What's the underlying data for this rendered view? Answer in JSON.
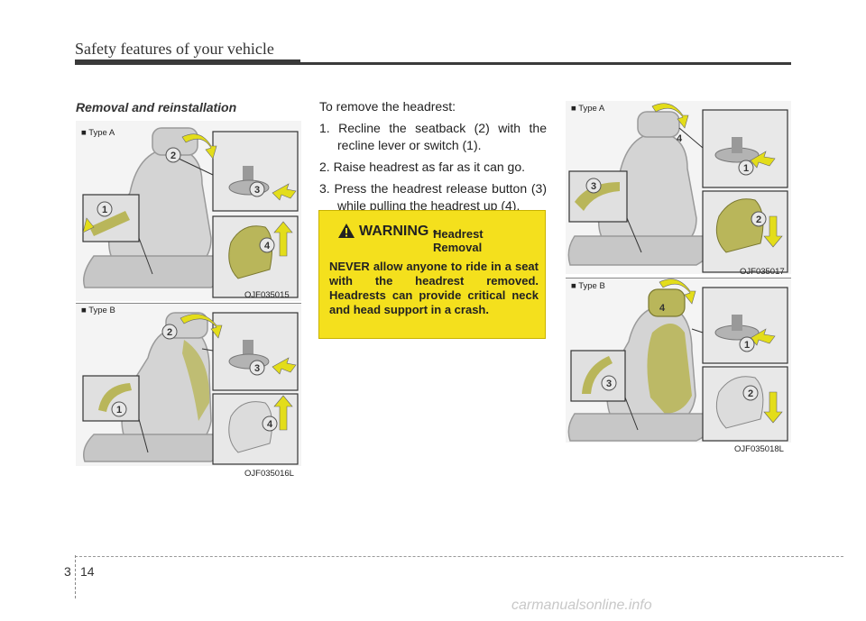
{
  "header": {
    "title": "Safety features of your vehicle"
  },
  "section": {
    "title": "Removal and reinstallation"
  },
  "instructions": {
    "intro": "To remove the headrest:",
    "steps": [
      "1. Recline the seatback (2) with the recline lever or switch (1).",
      "2. Raise headrest as far as it can go.",
      "3. Press the headrest release button (3) while pulling the headrest up (4)."
    ]
  },
  "warning": {
    "heading": "WARNING -",
    "subject": "Headrest Removal",
    "body": "NEVER allow anyone to ride in a seat with the headrest removed. Headrests can provide critical neck and head support in a crash."
  },
  "figures": {
    "left_top": {
      "type_label": "■ Type A",
      "code": "OJF035015",
      "callouts": [
        "1",
        "2",
        "3",
        "4"
      ]
    },
    "left_bottom": {
      "type_label": "■ Type B",
      "code": "OJF035016L",
      "callouts": [
        "1",
        "2",
        "3",
        "4"
      ]
    },
    "right_top": {
      "type_label": "■ Type A",
      "code": "OJF035017",
      "callouts": [
        "1",
        "2",
        "3",
        "4"
      ]
    },
    "right_bottom": {
      "type_label": "■ Type B",
      "code": "OJF035018L",
      "callouts": [
        "1",
        "2",
        "3",
        "4"
      ]
    }
  },
  "footer": {
    "chapter": "3",
    "page": "14"
  },
  "watermark": "carmanualsonline.info",
  "colors": {
    "warning_bg": "#f4e01d",
    "arrow": "#e3dd1a",
    "seat": "#c9c9c9",
    "highlight": "#b9b65a"
  }
}
